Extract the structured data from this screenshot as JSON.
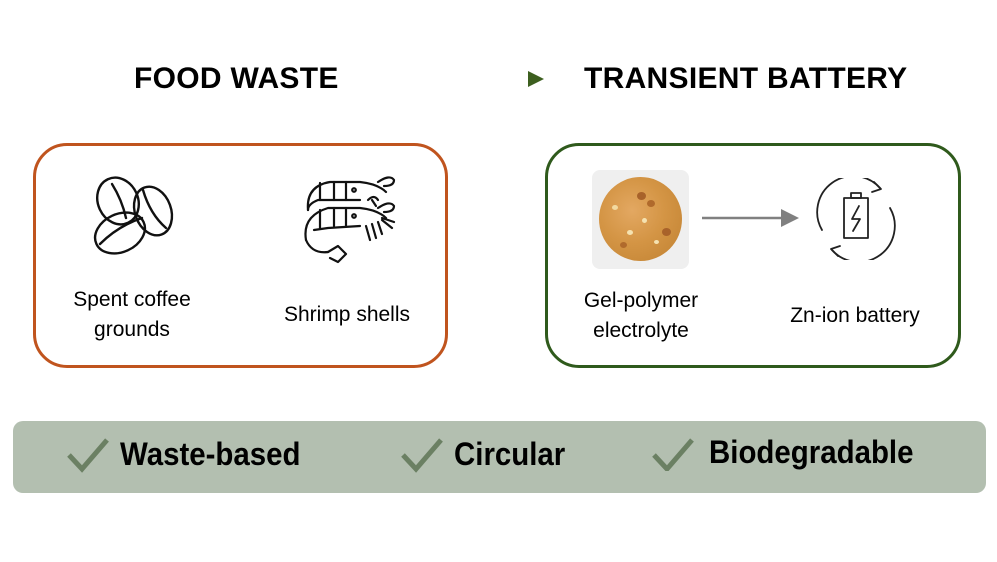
{
  "header": {
    "left_title": "FOOD WASTE",
    "right_title": "TRANSIENT BATTERY",
    "arrow": {
      "icon": "gradient-right-arrow-icon",
      "from_color": "#c0541e",
      "to_color": "#3d5f1f"
    }
  },
  "food_waste_box": {
    "border_color": "#c0541e",
    "items": [
      {
        "icon": "coffee-beans-icon",
        "label_lines": [
          "Spent coffee",
          "grounds"
        ]
      },
      {
        "icon": "shrimp-icon",
        "label_lines": [
          "Shrimp shells"
        ]
      }
    ]
  },
  "battery_box": {
    "border_color": "#2f5a1c",
    "items": [
      {
        "icon": "gel-electrolyte-photo",
        "label_lines": [
          "Gel-polymer",
          "electrolyte"
        ]
      },
      {
        "icon": "recycle-battery-icon",
        "label_lines": [
          "Zn-ion battery"
        ]
      }
    ],
    "inner_arrow": {
      "icon": "gray-right-arrow-icon",
      "color": "#808080"
    }
  },
  "features": {
    "background": "#b3bfb0",
    "check_color": "#6b8063",
    "items": [
      {
        "icon": "check-icon",
        "label": "Waste-based"
      },
      {
        "icon": "check-icon",
        "label": "Circular"
      },
      {
        "icon": "check-icon",
        "label": "Biodegradable"
      }
    ]
  }
}
